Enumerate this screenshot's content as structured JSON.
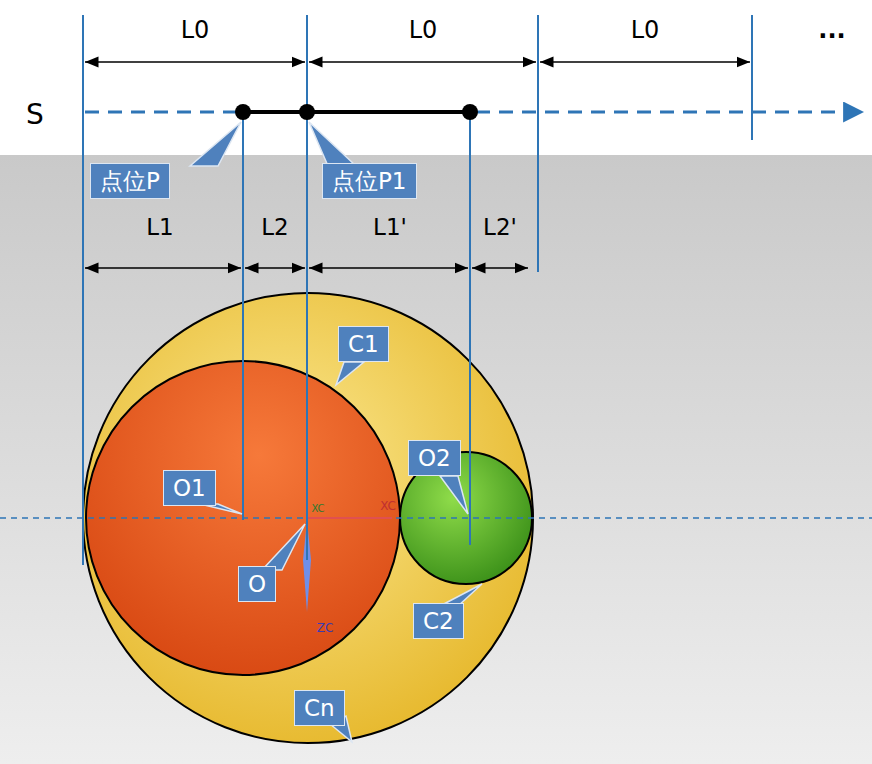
{
  "diagram": {
    "nodes": [
      {
        "text": [
          "点位P"
        ]
      },
      {
        "text": [
          "点位P1"
        ]
      },
      {
        "text": [
          "C1"
        ]
      },
      {
        "text": [
          "O2"
        ]
      },
      {
        "text": [
          "O1"
        ]
      },
      {
        "text": [
          "O"
        ]
      },
      {
        "text": [
          "C2"
        ]
      },
      {
        "text": [
          "Cn"
        ]
      }
    ],
    "labels": [
      "L0",
      "L0",
      "L0",
      "...",
      "S",
      "L1",
      "L2",
      "L1'",
      "L2'",
      "XC",
      "XC",
      "ZC"
    ]
  }
}
